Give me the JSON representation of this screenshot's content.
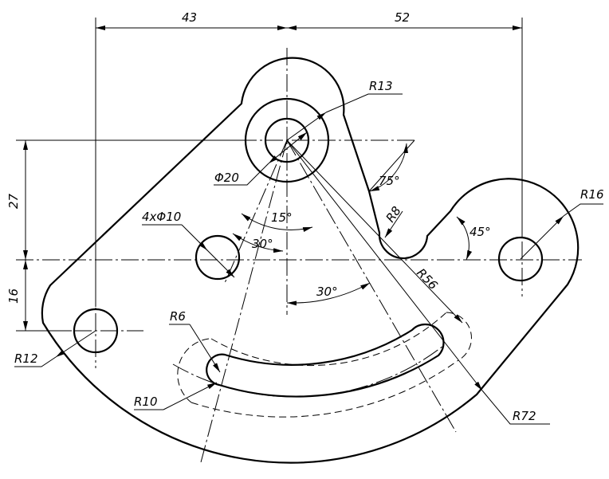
{
  "dimensions": {
    "top_left": "43",
    "top_right": "52",
    "left_upper": "27",
    "left_lower": "16",
    "boss_radius": "R13",
    "bore_diameter": "Φ20",
    "slope_angle": "75°",
    "hook_fillet": "R8",
    "hook_angle": "45°",
    "right_radius": "R16",
    "hole_callout": "4xΦ10",
    "angle_15": "15°",
    "angle_30_upper": "30°",
    "angle_30_lower": "30°",
    "inner_arc_radius": "R56",
    "outer_arc_radius": "R72",
    "left_radius": "R12",
    "slot_radius": "R6",
    "slot_outer_radius": "R10"
  },
  "colors": {
    "line": "#000000",
    "background": "#ffffff"
  }
}
